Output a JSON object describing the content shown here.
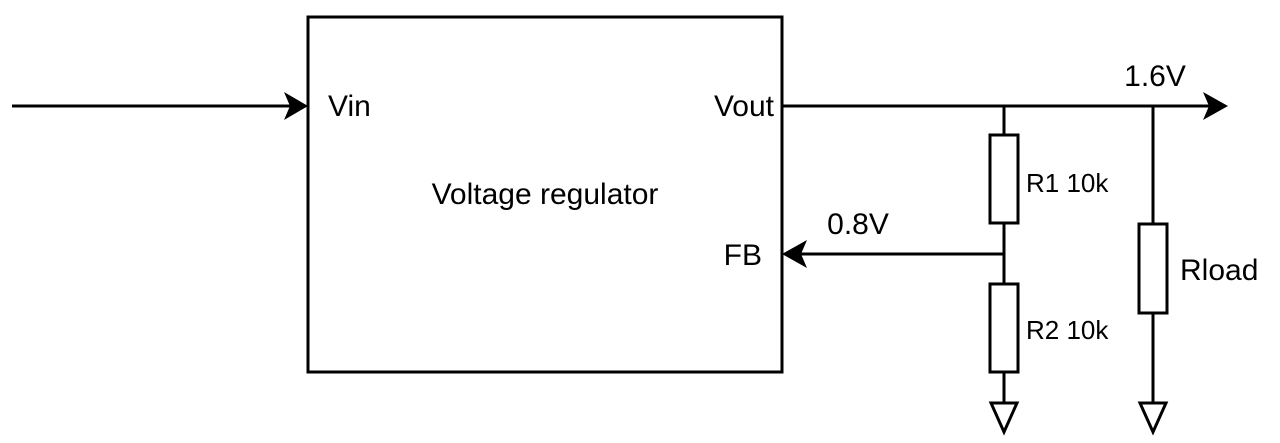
{
  "diagram": {
    "type": "circuit-schematic",
    "block": {
      "title": "Voltage regulator",
      "pins": {
        "input": "Vin",
        "output": "Vout",
        "feedback": "FB"
      }
    },
    "nets": {
      "output_voltage": "1.6V",
      "feedback_voltage": "0.8V"
    },
    "components": [
      {
        "ref": "R1",
        "value": "10k",
        "label": "R1 10k"
      },
      {
        "ref": "R2",
        "value": "10k",
        "label": "R2 10k"
      },
      {
        "ref": "Rload",
        "value": "",
        "label": "Rload"
      }
    ],
    "grounds": 2
  }
}
